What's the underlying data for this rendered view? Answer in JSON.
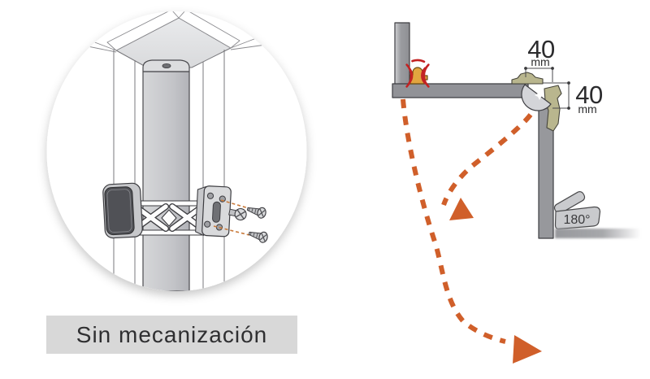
{
  "left_figure": {
    "caption": "Sin mecanización"
  },
  "right_figure": {
    "dim_top": {
      "value": "40",
      "unit": "mm"
    },
    "dim_side": {
      "value": "40",
      "unit": "mm"
    },
    "angle_label": "180°"
  },
  "icons": {
    "click_waves_icon": "red concentric arcs (snap/click indicator)",
    "swing_path_icon": "orange dashed curve with triangular arrowhead",
    "latch_clip_icon": "amber catch-clip profile",
    "screw_icon": "mounting screw with phillips head",
    "sparkle_icon": "white glint on hinge cup"
  },
  "colors": {
    "accent_orange": "#d05f2a",
    "alert_red": "#c32222",
    "panel_gray": "#94959a",
    "light_part_gray": "#c9cacd",
    "hinge_olive": "#b9b68e",
    "clip_amber": "#e2a53f",
    "caption_bg": "#d8d8d8",
    "text_dark": "#2c2c2e"
  }
}
